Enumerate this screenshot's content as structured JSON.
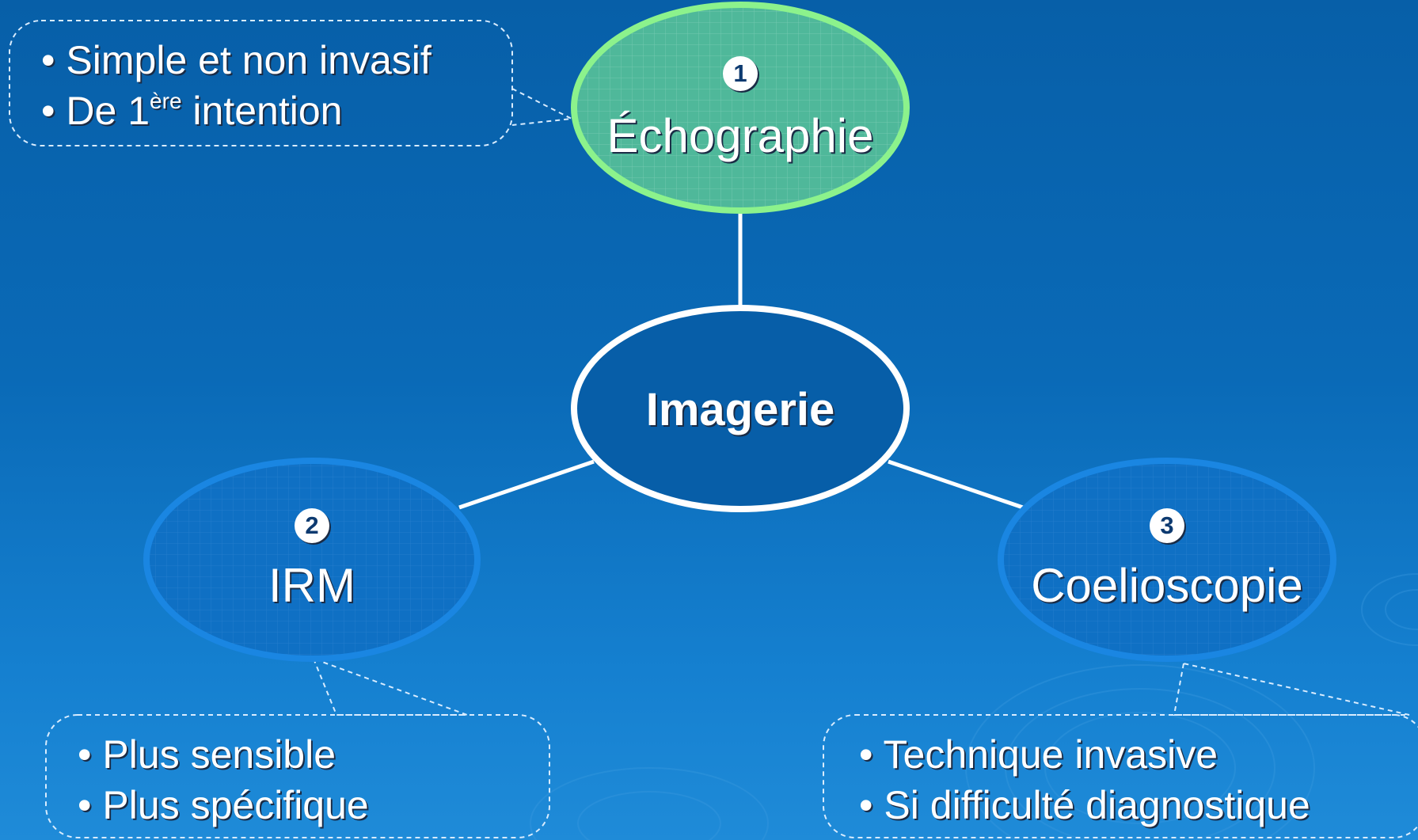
{
  "center": {
    "label": "Imagerie"
  },
  "nodes": [
    {
      "number": "1",
      "label": "Échographie",
      "bullets": [
        "Simple et non invasif",
        "De 1",
        "ère",
        " intention"
      ]
    },
    {
      "number": "2",
      "label": "IRM",
      "bullets": [
        "Plus sensible",
        "Plus spécifique"
      ]
    },
    {
      "number": "3",
      "label": "Coelioscopie",
      "bullets": [
        "Technique invasive",
        "Si difficulté diagnostique"
      ]
    }
  ],
  "bullet_char": "•",
  "colors": {
    "background": "#0a6ab7",
    "echo_fill": "#4fb89a",
    "echo_stroke": "#8cf28c",
    "node_fill": "#0f70c4",
    "node_stroke": "#1a86e2",
    "center_stroke": "#ffffff"
  }
}
